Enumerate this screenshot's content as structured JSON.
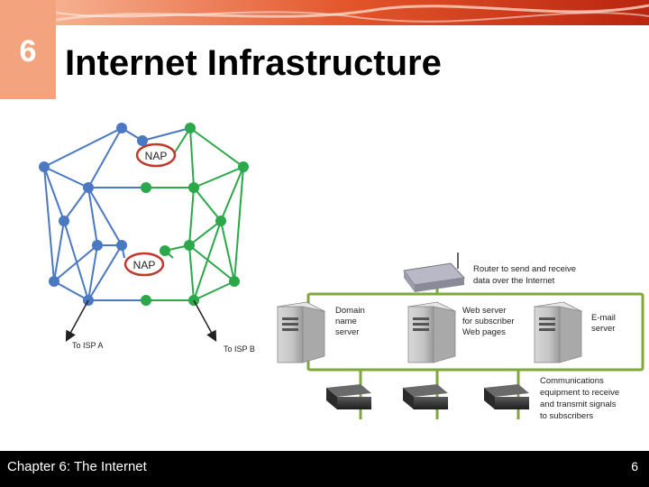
{
  "slide": {
    "chapter_number": "6",
    "title": "Internet Infrastructure"
  },
  "network": {
    "nap_top_label": "NAP",
    "nap_bottom_label": "NAP",
    "isp_a_label": "To ISP  A",
    "isp_b_label": "To ISP B"
  },
  "server_room": {
    "router_label_line1": "Router to send and receive",
    "router_label_line2": "data over the Internet",
    "dns_label_line1": "Domain",
    "dns_label_line2": "name",
    "dns_label_line3": "server",
    "web_label_line1": "Web server",
    "web_label_line2": "for subscriber",
    "web_label_line3": "Web pages",
    "email_label_line1": "E-mail",
    "email_label_line2": "server",
    "comm_label_line1": "Communications",
    "comm_label_line2": "equipment to receive",
    "comm_label_line3": "and transmit signals",
    "comm_label_line4": "to subscribers"
  },
  "footer": {
    "chapter_text": "Chapter 6: The Internet",
    "page_number": "6"
  },
  "colors": {
    "blue_node": "#4a78c2",
    "green_node": "#2aa84a",
    "nap_ring": "#c0392b",
    "wire": "#7fa83a",
    "chapter_box": "#f3a47e"
  }
}
